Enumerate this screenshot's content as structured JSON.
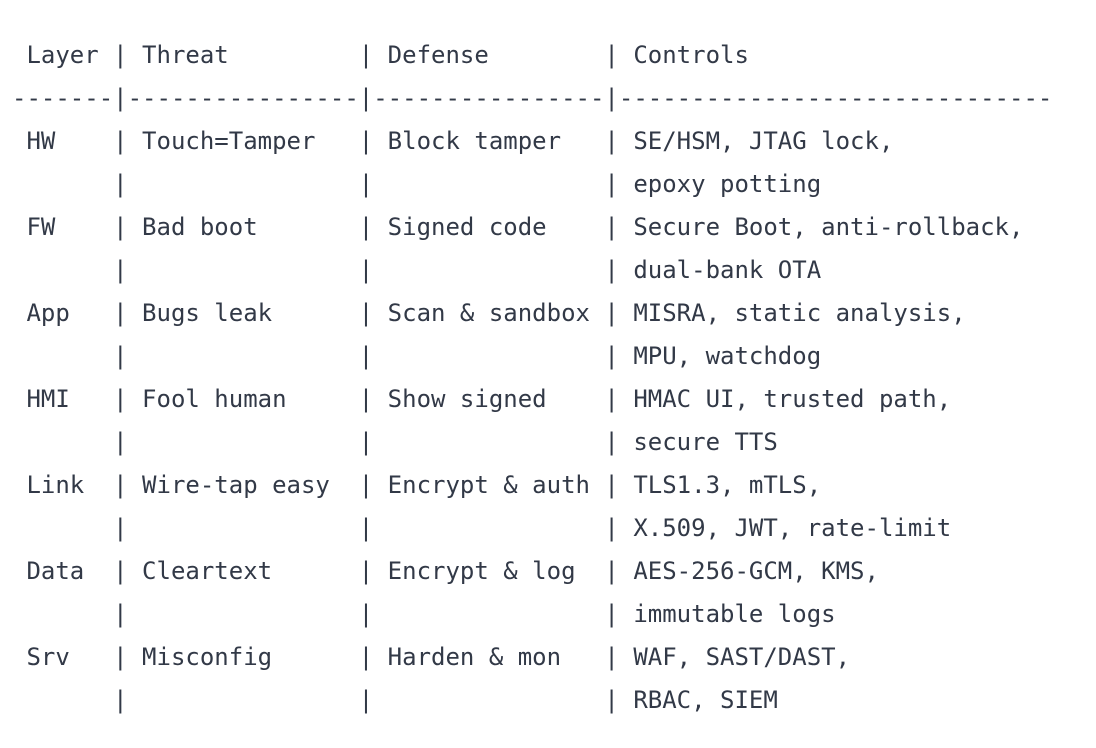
{
  "table": {
    "text_color": "#323947",
    "background": "#ffffff",
    "columns": [
      "Layer",
      "Threat",
      "Defense",
      "Controls"
    ],
    "col_widths": {
      "layer": 7,
      "threat": 16,
      "defense": 16,
      "controls": 30
    },
    "rows": [
      {
        "layer": "HW",
        "threat": "Touch=Tamper",
        "defense": "Block tamper",
        "controls": [
          "SE/HSM, JTAG lock,",
          "epoxy potting"
        ]
      },
      {
        "layer": "FW",
        "threat": "Bad boot",
        "defense": "Signed code",
        "controls": [
          "Secure Boot, anti-rollback,",
          "dual-bank OTA"
        ]
      },
      {
        "layer": "App",
        "threat": "Bugs leak",
        "defense": "Scan & sandbox",
        "controls": [
          "MISRA, static analysis,",
          "MPU, watchdog"
        ]
      },
      {
        "layer": "HMI",
        "threat": "Fool human",
        "defense": "Show signed",
        "controls": [
          "HMAC UI, trusted path,",
          "secure TTS"
        ]
      },
      {
        "layer": "Link",
        "threat": "Wire-tap easy",
        "defense": "Encrypt & auth",
        "controls": [
          "TLS1.3, mTLS,",
          "X.509, JWT, rate-limit"
        ]
      },
      {
        "layer": "Data",
        "threat": "Cleartext",
        "defense": "Encrypt & log",
        "controls": [
          "AES-256-GCM, KMS,",
          "immutable logs"
        ]
      },
      {
        "layer": "Srv",
        "threat": "Misconfig",
        "defense": "Harden & mon",
        "controls": [
          "WAF, SAST/DAST,",
          "RBAC, SIEM"
        ]
      }
    ]
  }
}
